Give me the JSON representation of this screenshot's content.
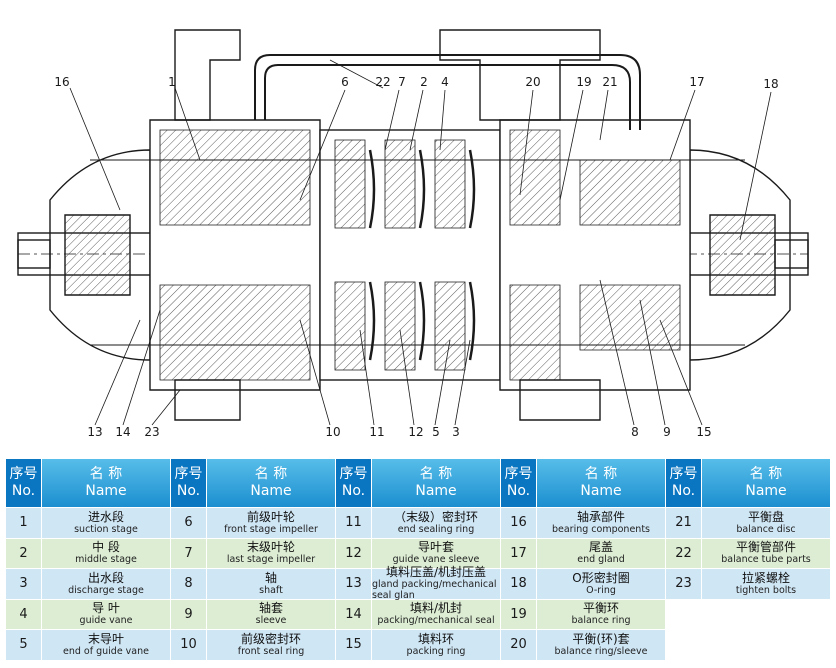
{
  "callouts": [
    "16",
    "1",
    "6",
    "22",
    "7",
    "2",
    "4",
    "20",
    "19",
    "21",
    "17",
    "18",
    "13",
    "14",
    "23",
    "10",
    "11",
    "12",
    "5",
    "3",
    "8",
    "9",
    "15"
  ],
  "table": {
    "header_no_cn": "序号",
    "header_no_en": "No.",
    "header_name_cn": "名  称",
    "header_name_en": "Name",
    "columns": [
      [
        {
          "no": "1",
          "cn": "进水段",
          "en": "suction stage"
        },
        {
          "no": "2",
          "cn": "中  段",
          "en": "middle stage"
        },
        {
          "no": "3",
          "cn": "出水段",
          "en": "discharge stage"
        },
        {
          "no": "4",
          "cn": "导  叶",
          "en": "guide vane"
        },
        {
          "no": "5",
          "cn": "末导叶",
          "en": "end of guide vane"
        }
      ],
      [
        {
          "no": "6",
          "cn": "前级叶轮",
          "en": "front stage impeller"
        },
        {
          "no": "7",
          "cn": "末级叶轮",
          "en": "last stage impeller"
        },
        {
          "no": "8",
          "cn": "轴",
          "en": "shaft"
        },
        {
          "no": "9",
          "cn": "轴套",
          "en": "sleeve"
        },
        {
          "no": "10",
          "cn": "前级密封环",
          "en": "front seal ring"
        }
      ],
      [
        {
          "no": "11",
          "cn": "（末级）密封环",
          "en": "end sealing ring"
        },
        {
          "no": "12",
          "cn": "导叶套",
          "en": "guide vane sleeve"
        },
        {
          "no": "13",
          "cn": "填料压盖/机封压盖",
          "en": "gland packing/mechanical seal glan"
        },
        {
          "no": "14",
          "cn": "填料/机封",
          "en": "packing/mechanical seal"
        },
        {
          "no": "15",
          "cn": "填料环",
          "en": "packing ring"
        }
      ],
      [
        {
          "no": "16",
          "cn": "轴承部件",
          "en": "bearing components"
        },
        {
          "no": "17",
          "cn": "尾盖",
          "en": "end gland"
        },
        {
          "no": "18",
          "cn": "O形密封圈",
          "en": "O-ring"
        },
        {
          "no": "19",
          "cn": "平衡环",
          "en": "balance ring"
        },
        {
          "no": "20",
          "cn": "平衡(环)套",
          "en": "balance ring/sleeve"
        }
      ],
      [
        {
          "no": "21",
          "cn": "平衡盘",
          "en": "balance disc"
        },
        {
          "no": "22",
          "cn": "平衡管部件",
          "en": "balance tube parts"
        },
        {
          "no": "23",
          "cn": "拉紧螺栓",
          "en": "tighten bolts"
        }
      ]
    ]
  },
  "colors": {
    "header_dark": "#0a76c2",
    "header_light": "#3aa8e0",
    "row_blue": "#cfe6f5",
    "row_green": "#dcedd3",
    "row_white": "#ffffff",
    "line": "#1a1a1a"
  }
}
